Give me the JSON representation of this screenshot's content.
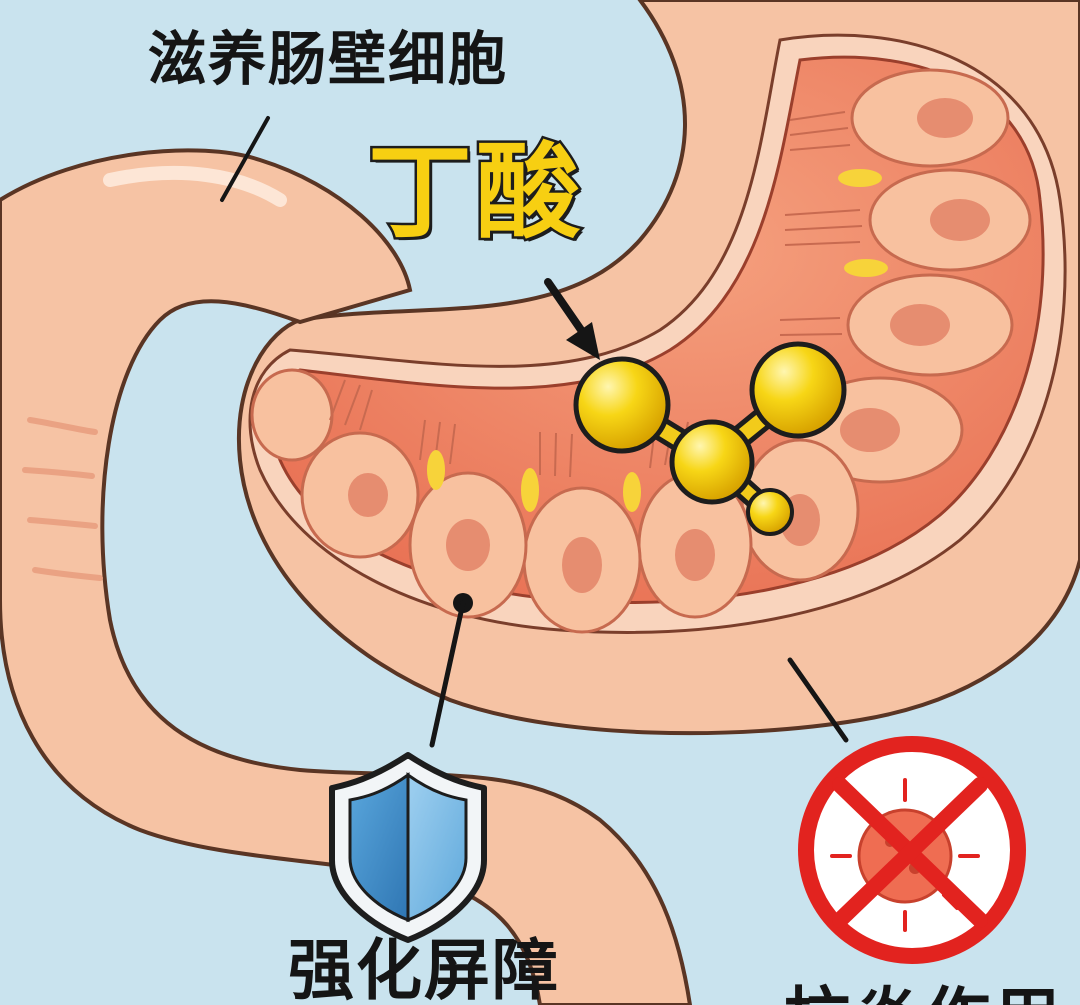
{
  "labels": {
    "nourish": "滋养肠壁细胞",
    "butyrate": "丁酸",
    "barrier": "强化屏障",
    "anti_inflammatory": "抗炎作用"
  },
  "icons": {
    "molecule": "butyrate-molecule-icon",
    "shield": "shield-icon",
    "prohibited_bacteria": "no-bacteria-icon"
  },
  "colors": {
    "background": "#c9e3ee",
    "intestine_outer": "#f6c7a8",
    "intestine_outline": "#5a3524",
    "lumen": "#f08c6a",
    "cell_body": "#f9c2a2",
    "cell_nucleus": "#e58f72",
    "molecule": "#f5d215",
    "shield_blue": "#3f8fc9",
    "prohibit_red": "#e2231f",
    "microbe": "#ef6d52"
  }
}
